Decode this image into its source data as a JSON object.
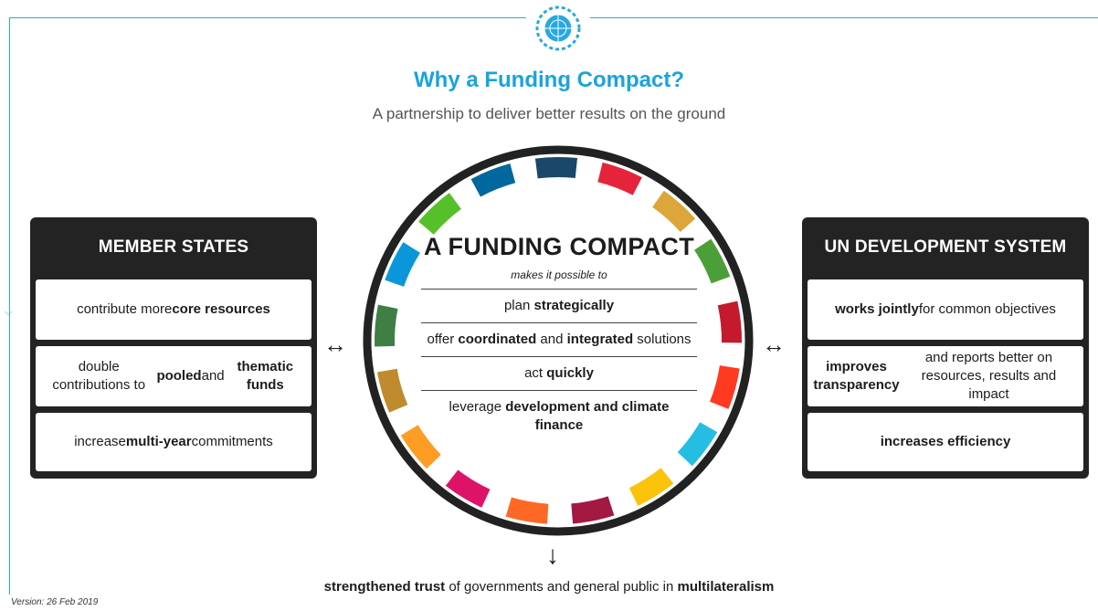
{
  "header": {
    "title": "Why a Funding Compact?",
    "subtitle": "A partnership to deliver better results on the ground"
  },
  "left_panel": {
    "title": "MEMBER STATES",
    "items": [
      {
        "html": "contribute more <b>core resources</b>",
        "text": "contribute more core resources"
      },
      {
        "html": "double contributions to <b>pooled</b> and <b>thematic funds</b>",
        "text": "double contributions to pooled and thematic funds"
      },
      {
        "html": "increase <b>multi-year</b> commitments",
        "text": "increase multi-year commitments"
      }
    ]
  },
  "right_panel": {
    "title": "UN DEVELOPMENT SYSTEM",
    "items": [
      {
        "html": "<b>works jointly</b> for common objectives",
        "text": "works jointly for common objectives"
      },
      {
        "html": "<b>improves transparency</b> and reports better on resources, results and impact",
        "text": "improves transparency and reports better on resources, results and impact"
      },
      {
        "html": "<b>increases efficiency</b>",
        "text": "increases efficiency"
      }
    ]
  },
  "center": {
    "title": "A FUNDING COMPACT",
    "subtitle": "makes it possible to",
    "items": [
      {
        "html": "plan <b>strategically</b>",
        "text": "plan strategically"
      },
      {
        "html": "offer <b>coordinated</b> and <b>integrated</b> solutions",
        "text": "offer coordinated and integrated solutions"
      },
      {
        "html": "act <b>quickly</b>",
        "text": "act quickly"
      },
      {
        "html": "leverage <b>development and climate finance</b>",
        "text": "leverage development and climate finance"
      }
    ]
  },
  "bottom": {
    "html": "<b>strengthened trust</b> of governments and general public in <b>multilateralism</b>",
    "text": "strengthened trust of governments and general public in multilateralism"
  },
  "version": "Version: 26 Feb 2019",
  "arrows": {
    "bidirectional": "↔",
    "down": "↓"
  },
  "icons": {
    "logo": "un-emblem-icon"
  },
  "colors": {
    "accent": "#1aa3de",
    "panel": "#232323",
    "sdg_ring": [
      "#e5243b",
      "#dda63a",
      "#4c9f38",
      "#c5192d",
      "#ff3a21",
      "#26bde2",
      "#fcc30b",
      "#a21942",
      "#fd6925",
      "#dd1367",
      "#fd9d24",
      "#bf8b2e",
      "#3f7e44",
      "#0a97d9",
      "#56c02b",
      "#00689d",
      "#19486a"
    ]
  }
}
